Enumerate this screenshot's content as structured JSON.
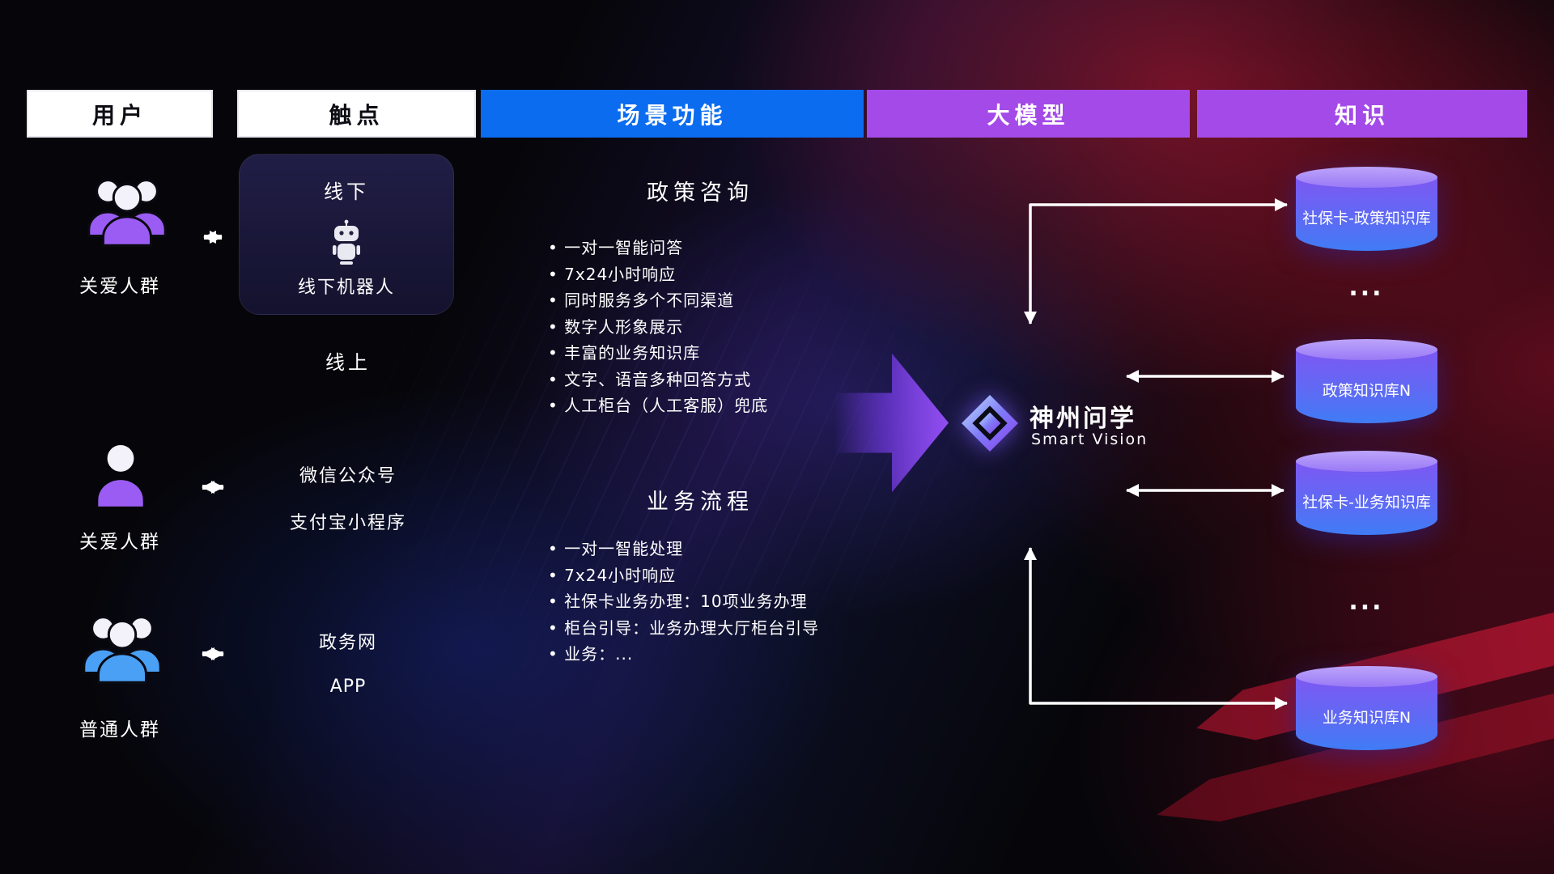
{
  "headers": [
    {
      "label": "用户"
    },
    {
      "label": "触点"
    },
    {
      "label": "场景功能"
    },
    {
      "label": "大模型"
    },
    {
      "label": "知识"
    }
  ],
  "users": [
    {
      "label": "关爱人群"
    },
    {
      "label": "关爱人群"
    },
    {
      "label": "普通人群"
    }
  ],
  "touchpoints": {
    "offline_title": "线下",
    "offline_robot": "线下机器人",
    "online_title": "线上",
    "channels": [
      "微信公众号",
      "支付宝小程序",
      "政务网",
      "APP"
    ]
  },
  "scenarios": [
    {
      "title": "政策咨询",
      "items": [
        "一对一智能问答",
        "7x24小时响应",
        "同时服务多个不同渠道",
        "数字人形象展示",
        "丰富的业务知识库",
        "文字、语音多种回答方式",
        "人工柜台（人工客服）兜底"
      ]
    },
    {
      "title": "业务流程",
      "items": [
        "一对一智能处理",
        "7x24小时响应",
        "社保卡业务办理：10项业务办理",
        "柜台引导：业务办理大厅柜台引导",
        "业务：..."
      ]
    }
  ],
  "model": {
    "name": "神州问学",
    "subtitle": "Smart Vision"
  },
  "knowledge": {
    "dbs": [
      {
        "label": "社保卡-政策知识库"
      },
      {
        "label": "政策知识库N"
      },
      {
        "label": "社保卡-业务知识库"
      },
      {
        "label": "业务知识库N"
      }
    ],
    "ellipsis": "..."
  },
  "colors": {
    "header_blue": "#0b6cf0",
    "header_purple": "#a44ae8",
    "user_purple": "#9b5cf3",
    "user_blue": "#4aa0f5",
    "db_top": "#ab8bf8",
    "db_body_top": "#7e58f2",
    "db_body_bottom": "#3f7cf5",
    "connector_white": "#ffffff",
    "flow_arrow_purple": "#8a46ee",
    "background_red_glow": "#b5122f",
    "background_blue_glow": "#1c3ac3"
  }
}
